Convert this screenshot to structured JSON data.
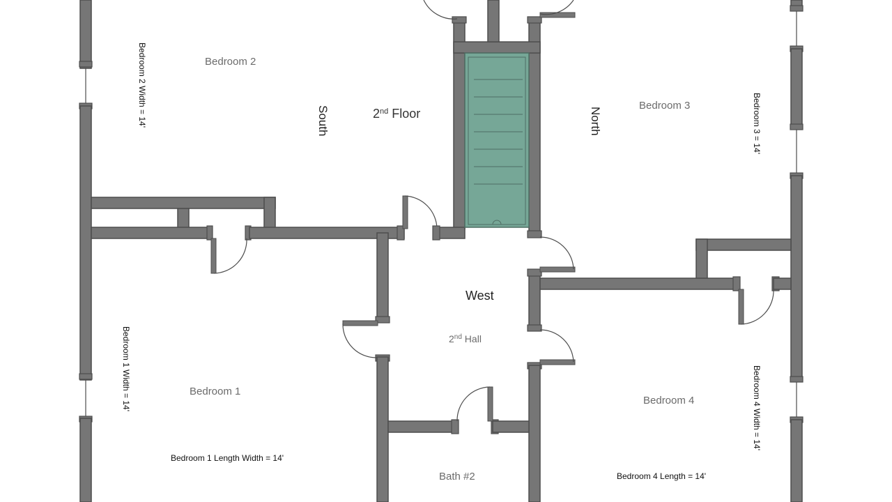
{
  "floor": {
    "title_base": "2",
    "title_sup": "nd",
    "title_rest": " Floor",
    "directions": {
      "south": "South",
      "north": "North",
      "west": "West"
    }
  },
  "rooms": {
    "bedroom2": "Bedroom  2",
    "bedroom3": "Bedroom 3",
    "bedroom1": "Bedroom 1",
    "bedroom4": "Bedroom 4",
    "hall_base": "2",
    "hall_sup": "nd",
    "hall_rest": " Hall",
    "bath": "Bath #2"
  },
  "dimensions": {
    "bedroom2_width": "Bedroom 2 Width = 14'",
    "bedroom3": "Bedroom 3 = 14'",
    "bedroom1_width": "Bedroom 1 Width = 14'",
    "bedroom4_width": "Bedroom 4 Width = 14'",
    "bedroom1_length": "Bedroom 1 Length Width = 14'",
    "bedroom4_length": "Bedroom 4 Length = 14'"
  },
  "colors": {
    "wall": "#767676",
    "stair": "#76a797",
    "background": "#ffffff"
  }
}
